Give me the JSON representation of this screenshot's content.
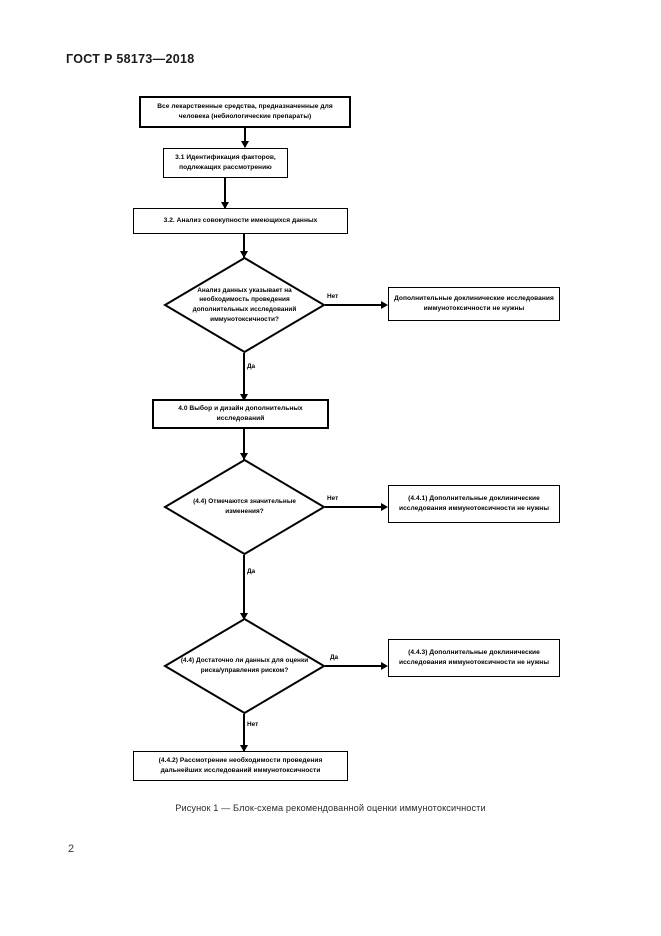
{
  "document": {
    "header": "ГОСТ Р 58173—2018",
    "page_number": "2",
    "figure_caption": "Рисунок 1 — Блок-схема рекомендованной оценки иммунотоксичности"
  },
  "flowchart": {
    "nodes": {
      "start": {
        "type": "process",
        "text": "Все лекарственные средства, предназначенные для человека (небиологические препараты)"
      },
      "step31": {
        "type": "process",
        "text": "3.1 Идентификация факторов, подлежащих рассмотрению"
      },
      "step32": {
        "type": "process",
        "text": "3.2. Анализ совокупности имеющихся данных"
      },
      "decision1": {
        "type": "decision",
        "text": "Анализ данных указывает на необходимость проведения дополнительных исследований иммунотоксичности?"
      },
      "outcome1": {
        "type": "process",
        "text": "Дополнительные доклинические исследования иммунотоксичности не нужны"
      },
      "step40": {
        "type": "process",
        "text": "4.0 Выбор и дизайн дополнительных исследований"
      },
      "decision2": {
        "type": "decision",
        "text": "(4.4) Отмечаются значительные изменения?"
      },
      "outcome441": {
        "type": "process",
        "text": "(4.4.1) Дополнительные доклинические исследования иммунотоксичности не нужны"
      },
      "decision3": {
        "type": "decision",
        "text": "(4.4) Достаточно ли данных для оценки риска/управления риском?"
      },
      "outcome443": {
        "type": "process",
        "text": "(4.4.3) Дополнительные доклинические исследования иммунотоксичности не нужны"
      },
      "outcome442": {
        "type": "process",
        "text": "(4.4.2) Рассмотрение необходимости проведения дальнейших исследований иммунотоксичности"
      }
    },
    "edge_labels": {
      "d1_no": "Нет",
      "d1_yes": "Да",
      "d2_no": "Нет",
      "d2_yes": "Да",
      "d3_yes": "Да",
      "d3_no": "Нет"
    }
  }
}
